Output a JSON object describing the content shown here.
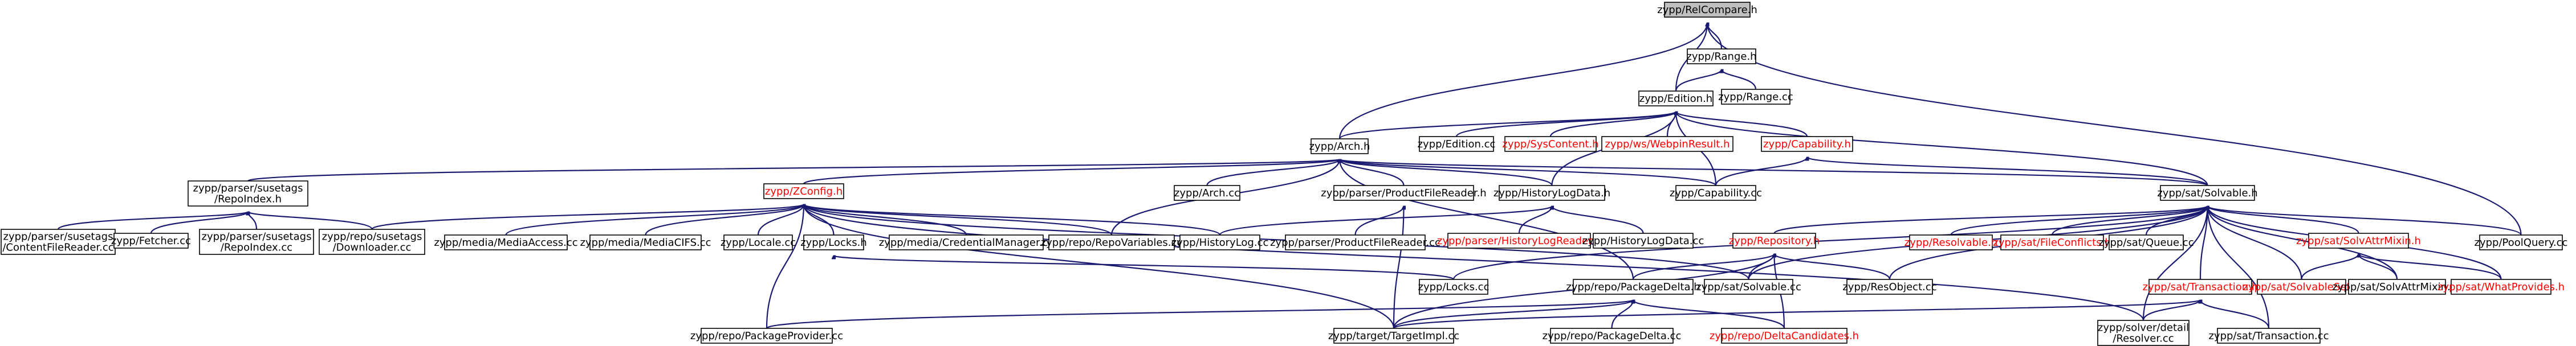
{
  "graph": {
    "edge_color": "#191970",
    "root_fill": "#bfbfbf",
    "link_text_color": "#ff0000",
    "nodes": [
      {
        "id": "relcompare",
        "lines": [
          "zypp/RelCompare.h"
        ],
        "root": true
      },
      {
        "id": "range_h",
        "lines": [
          "zypp/Range.h"
        ]
      },
      {
        "id": "range_cc",
        "lines": [
          "zypp/Range.cc"
        ]
      },
      {
        "id": "edition_h",
        "lines": [
          "zypp/Edition.h"
        ]
      },
      {
        "id": "arch_h",
        "lines": [
          "zypp/Arch.h"
        ]
      },
      {
        "id": "edition_cc",
        "lines": [
          "zypp/Edition.cc"
        ]
      },
      {
        "id": "syscontent",
        "lines": [
          "zypp/SysContent.h"
        ],
        "red": true
      },
      {
        "id": "webpin",
        "lines": [
          "zypp/ws/WebpinResult.h"
        ],
        "red": true
      },
      {
        "id": "capability_h",
        "lines": [
          "zypp/Capability.h"
        ],
        "red": true
      },
      {
        "id": "susetags_repoindex_h",
        "lines": [
          "zypp/parser/susetags",
          "/RepoIndex.h"
        ]
      },
      {
        "id": "zconfig",
        "lines": [
          "zypp/ZConfig.h"
        ],
        "red": true
      },
      {
        "id": "arch_cc",
        "lines": [
          "zypp/Arch.cc"
        ]
      },
      {
        "id": "productfilereader_h",
        "lines": [
          "zypp/parser/ProductFileReader.h"
        ]
      },
      {
        "id": "historylogdata_h",
        "lines": [
          "zypp/HistoryLogData.h"
        ]
      },
      {
        "id": "capability_cc",
        "lines": [
          "zypp/Capability.cc"
        ]
      },
      {
        "id": "solvable_h",
        "lines": [
          "zypp/sat/Solvable.h"
        ]
      },
      {
        "id": "poolquery",
        "lines": [
          "zypp/PoolQuery.cc"
        ]
      },
      {
        "id": "contentfilereader",
        "lines": [
          "zypp/parser/susetags",
          "/ContentFileReader.cc"
        ]
      },
      {
        "id": "fetcher",
        "lines": [
          "zypp/Fetcher.cc"
        ]
      },
      {
        "id": "susetags_repoindex_cc",
        "lines": [
          "zypp/parser/susetags",
          "/RepoIndex.cc"
        ]
      },
      {
        "id": "susetags_downloader",
        "lines": [
          "zypp/repo/susetags",
          "/Downloader.cc"
        ]
      },
      {
        "id": "mediaaccess",
        "lines": [
          "zypp/media/MediaAccess.cc"
        ]
      },
      {
        "id": "mediacifs",
        "lines": [
          "zypp/media/MediaCIFS.cc"
        ]
      },
      {
        "id": "locale_cc",
        "lines": [
          "zypp/Locale.cc"
        ]
      },
      {
        "id": "locks_h",
        "lines": [
          "zypp/Locks.h"
        ]
      },
      {
        "id": "credentialmanager",
        "lines": [
          "zypp/media/CredentialManager.cc"
        ]
      },
      {
        "id": "repovariables",
        "lines": [
          "zypp/repo/RepoVariables.cc"
        ]
      },
      {
        "id": "historylog_cc",
        "lines": [
          "zypp/HistoryLog.cc"
        ]
      },
      {
        "id": "productfilereader_cc",
        "lines": [
          "zypp/parser/ProductFileReader.cc"
        ]
      },
      {
        "id": "historylogreader",
        "lines": [
          "zypp/parser/HistoryLogReader.h"
        ],
        "red": true
      },
      {
        "id": "historylogdata_cc",
        "lines": [
          "zypp/HistoryLogData.cc"
        ]
      },
      {
        "id": "repository_h",
        "lines": [
          "zypp/Repository.h"
        ],
        "red": true
      },
      {
        "id": "resolvable_h",
        "lines": [
          "zypp/Resolvable.h"
        ],
        "red": true
      },
      {
        "id": "fileconflicts",
        "lines": [
          "zypp/sat/FileConflicts.h"
        ],
        "red": true
      },
      {
        "id": "queue_cc",
        "lines": [
          "zypp/sat/Queue.cc"
        ]
      },
      {
        "id": "solvermixin_h",
        "lines": [
          "zypp/sat/SolvAttrMixin.h"
        ],
        "red": true
      },
      {
        "id": "locks_cc",
        "lines": [
          "zypp/Locks.cc"
        ]
      },
      {
        "id": "packagedelta_h",
        "lines": [
          "zypp/repo/PackageDelta.h"
        ]
      },
      {
        "id": "solvable_cc",
        "lines": [
          "zypp/sat/Solvable.cc"
        ]
      },
      {
        "id": "resobject_cc",
        "lines": [
          "zypp/ResObject.cc"
        ]
      },
      {
        "id": "transaction_h",
        "lines": [
          "zypp/sat/Transaction.h"
        ],
        "red": true
      },
      {
        "id": "solvableset",
        "lines": [
          "zypp/sat/SolvableSet.h"
        ],
        "red": true
      },
      {
        "id": "solvermixin_cc",
        "lines": [
          "zypp/sat/SolvAttrMixin.cc"
        ]
      },
      {
        "id": "whatprovides",
        "lines": [
          "zypp/sat/WhatProvides.h"
        ],
        "red": true
      },
      {
        "id": "packageprovider",
        "lines": [
          "zypp/repo/PackageProvider.cc"
        ]
      },
      {
        "id": "targetimpl",
        "lines": [
          "zypp/target/TargetImpl.cc"
        ]
      },
      {
        "id": "packagedelta_cc",
        "lines": [
          "zypp/repo/PackageDelta.cc"
        ]
      },
      {
        "id": "deltacandidates",
        "lines": [
          "zypp/repo/DeltaCandidates.h"
        ],
        "red": true
      },
      {
        "id": "resolver",
        "lines": [
          "zypp/solver/detail",
          "/Resolver.cc"
        ]
      },
      {
        "id": "transaction_cc",
        "lines": [
          "zypp/sat/Transaction.cc"
        ]
      }
    ]
  }
}
